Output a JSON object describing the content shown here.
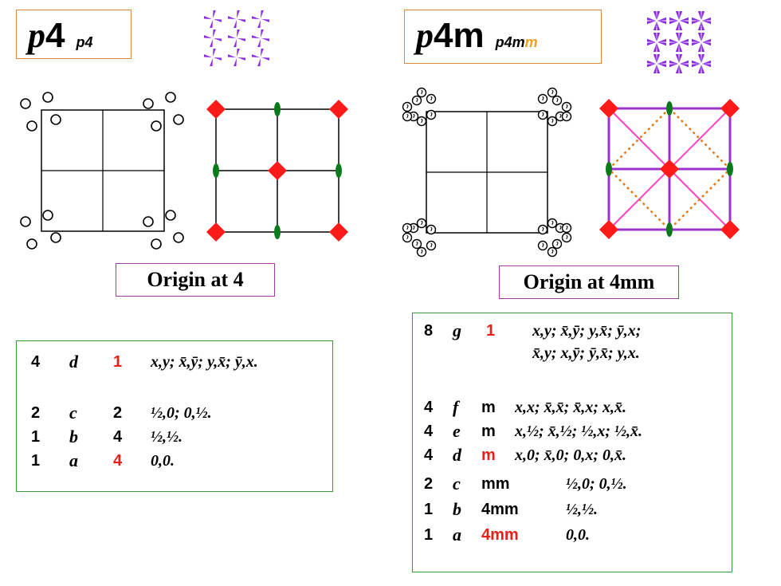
{
  "left": {
    "title_main": "p",
    "title_num": "4",
    "title_small": "p4",
    "origin": "Origin at 4",
    "positions": [
      {
        "mult": "1",
        "letter": "a",
        "symmetry": "4",
        "coords": "0,0.",
        "sym_red": true
      },
      {
        "mult": "1",
        "letter": "b",
        "symmetry": "4",
        "coords": "½,½.",
        "sym_red": false
      },
      {
        "mult": "2",
        "letter": "c",
        "symmetry": "2",
        "coords": "½,0;   0,½.",
        "sym_red": false
      },
      {
        "mult": "4",
        "letter": "d",
        "symmetry": "1",
        "coords": "x,y;  x̄,ȳ;  y,x̄;  ȳ,x.",
        "sym_red": true
      }
    ]
  },
  "right": {
    "title_main": "p",
    "title_rest": "4m",
    "title_small_a": "p4m",
    "title_small_b": "m",
    "origin": "Origin at 4mm",
    "positions": [
      {
        "mult": "1",
        "letter": "a",
        "symmetry": "4mm",
        "coords": "0,0.",
        "sym_red": true
      },
      {
        "mult": "1",
        "letter": "b",
        "symmetry": "4mm",
        "coords": "½,½.",
        "sym_red": false
      },
      {
        "mult": "2",
        "letter": "c",
        "symmetry": "mm",
        "coords": "½,0;   0,½.",
        "sym_red": false
      },
      {
        "mult": "4",
        "letter": "d",
        "symmetry": "m",
        "coords": "x,0;  x̄,0;  0,x;  0,x̄.",
        "sym_red": true
      },
      {
        "mult": "4",
        "letter": "e",
        "symmetry": "m",
        "coords": "x,½;  x̄,½;  ½,x;  ½,x̄.",
        "sym_red": false
      },
      {
        "mult": "4",
        "letter": "f",
        "symmetry": "m",
        "coords": "x,x;  x̄,x̄;  x̄,x;  x,x̄.",
        "sym_red": false
      },
      {
        "mult": "8",
        "letter": "g",
        "symmetry": "1",
        "coords": "x,y;  x̄,ȳ;  y,x̄;  ȳ,x;",
        "coords2": "x̄,y;  x,ȳ;  ȳ,x̄;  y,x.",
        "sym_red": true
      }
    ]
  },
  "colors": {
    "fourfold": "#ff1a1a",
    "twofold": "#0a7a1a",
    "mirror": "#9933cc",
    "mirror_diag": "#ff40c0",
    "glide": "#e07a1a",
    "motif": "#8a2be2",
    "title_border": "#e08a3c",
    "origin_border": "#9c3fa0",
    "table_border": "#3a9a3a",
    "red_text": "#e8201a"
  }
}
